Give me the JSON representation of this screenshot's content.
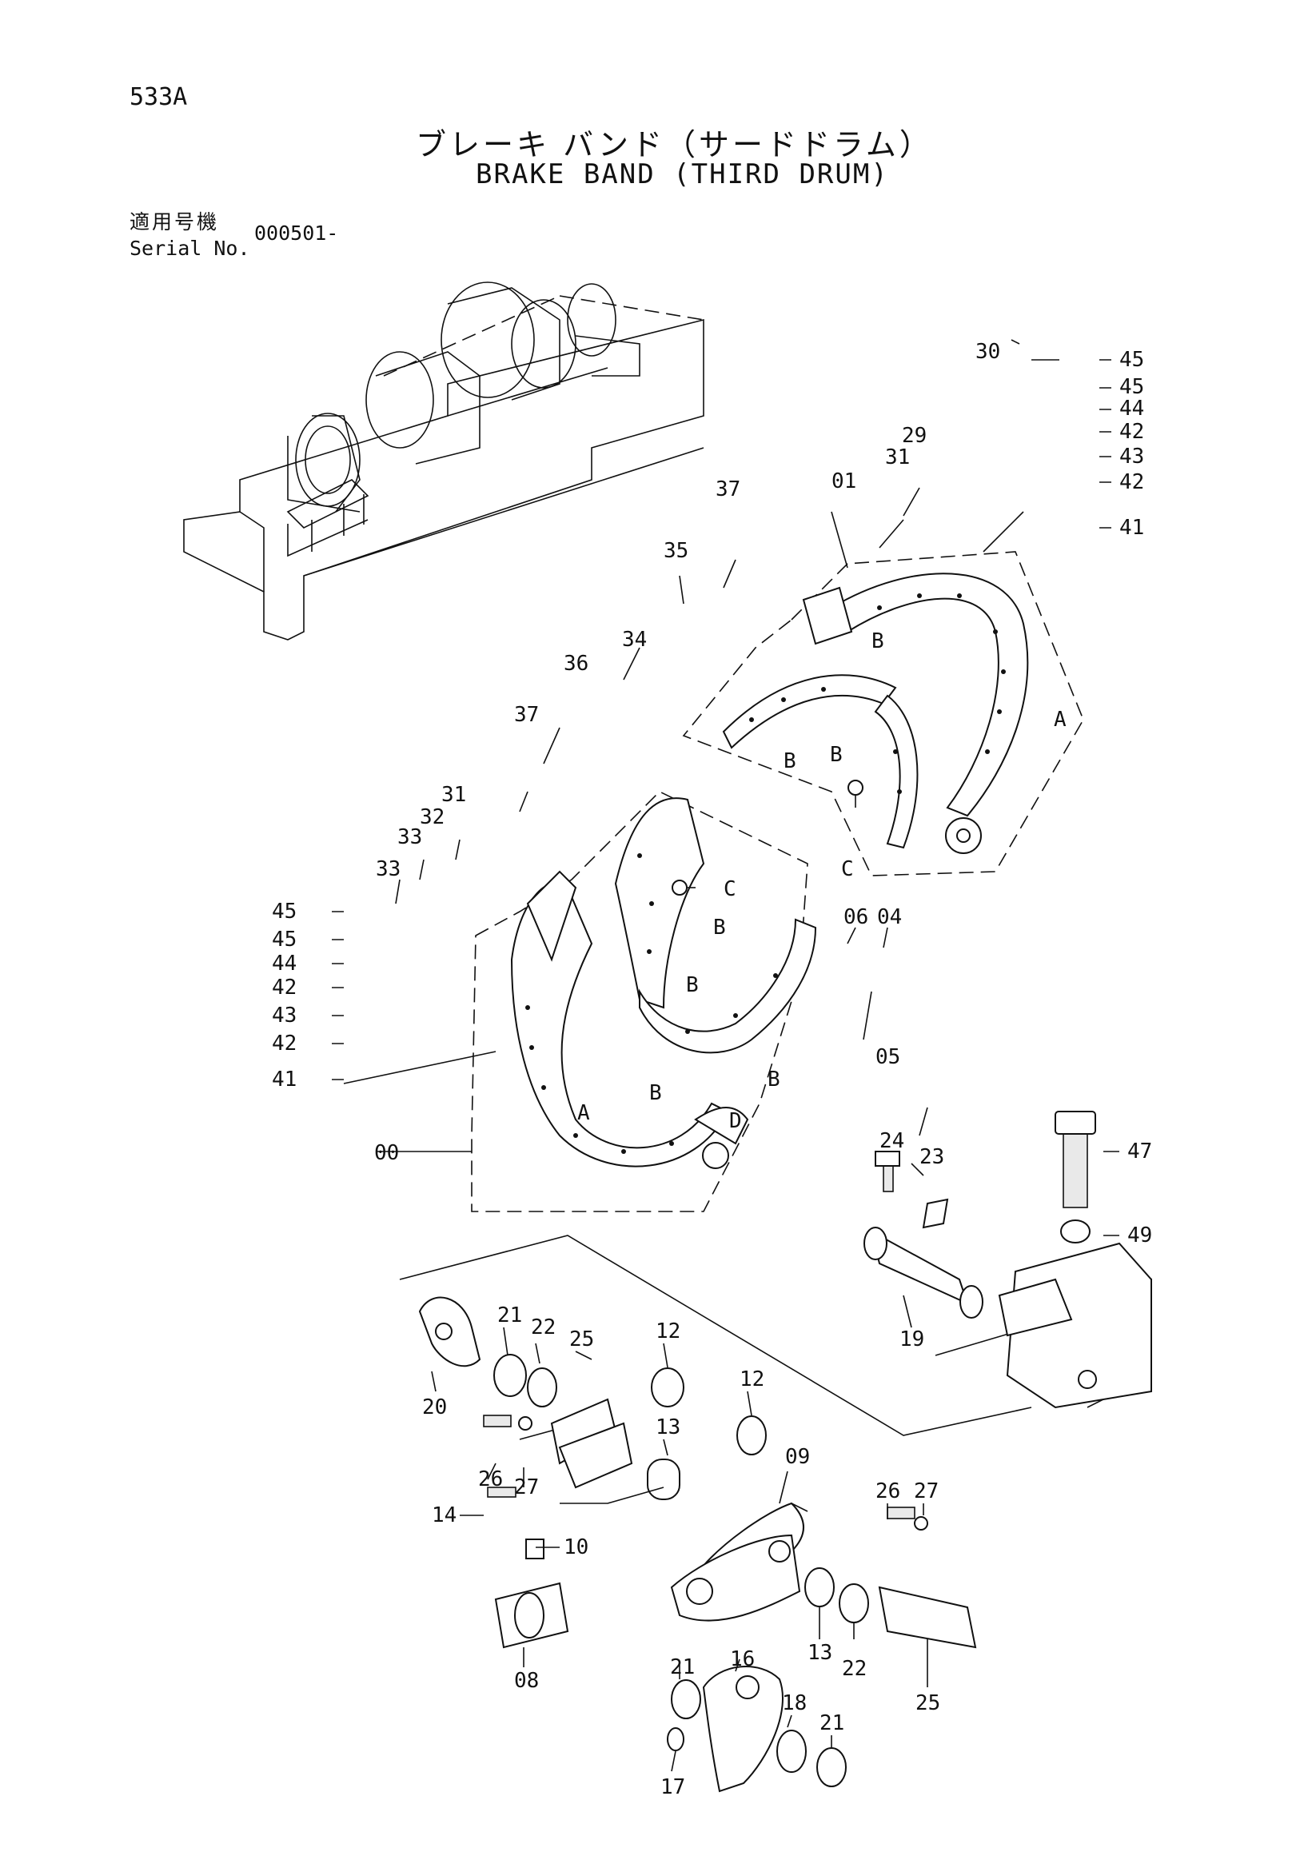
{
  "header": {
    "page_code": "533A",
    "title_jp": "ブレーキ バンド（サードドラム）",
    "title_en": "BRAKE BAND (THIRD DRUM)",
    "serial_label_jp": "適用号機",
    "serial_label_en": "Serial No.",
    "serial_value": "000501-"
  },
  "callouts": {
    "p30": "30",
    "p45a": "45",
    "p45b": "45",
    "p44": "44",
    "p42a": "42",
    "p43": "43",
    "p42b": "42",
    "p41": "41",
    "p29": "29",
    "p31a": "31",
    "p01": "01",
    "p37a": "37",
    "p35": "35",
    "p34": "34",
    "p36": "36",
    "p37b": "37",
    "p31b": "31",
    "p32": "32",
    "p33a": "33",
    "p33b": "33",
    "l45a": "45",
    "l45b": "45",
    "l44": "44",
    "l42a": "42",
    "l43": "43",
    "l42b": "42",
    "l41": "41",
    "p00": "00",
    "p06": "06",
    "p04": "04",
    "p05": "05",
    "p24": "24",
    "p23": "23",
    "p47": "47",
    "p49": "49",
    "p19": "19",
    "p20": "20",
    "p21a": "21",
    "p22a": "22",
    "p25a": "25",
    "p12a": "12",
    "p12b": "12",
    "p13a": "13",
    "p09": "09",
    "p26a": "26",
    "p27a": "27",
    "p14": "14",
    "p10": "10",
    "p08": "08",
    "p26b": "26",
    "p27b": "27",
    "p13b": "13",
    "p22b": "22",
    "p25b": "25",
    "p21b": "21",
    "p16": "16",
    "p18": "18",
    "p21c": "21",
    "p17": "17"
  },
  "letters": {
    "a1": "A",
    "b1": "B",
    "b2": "B",
    "b3": "B",
    "c1": "C",
    "b4": "B",
    "c2": "C",
    "b5": "B",
    "b6": "B",
    "b7": "B",
    "a2": "A",
    "d1": "D"
  }
}
